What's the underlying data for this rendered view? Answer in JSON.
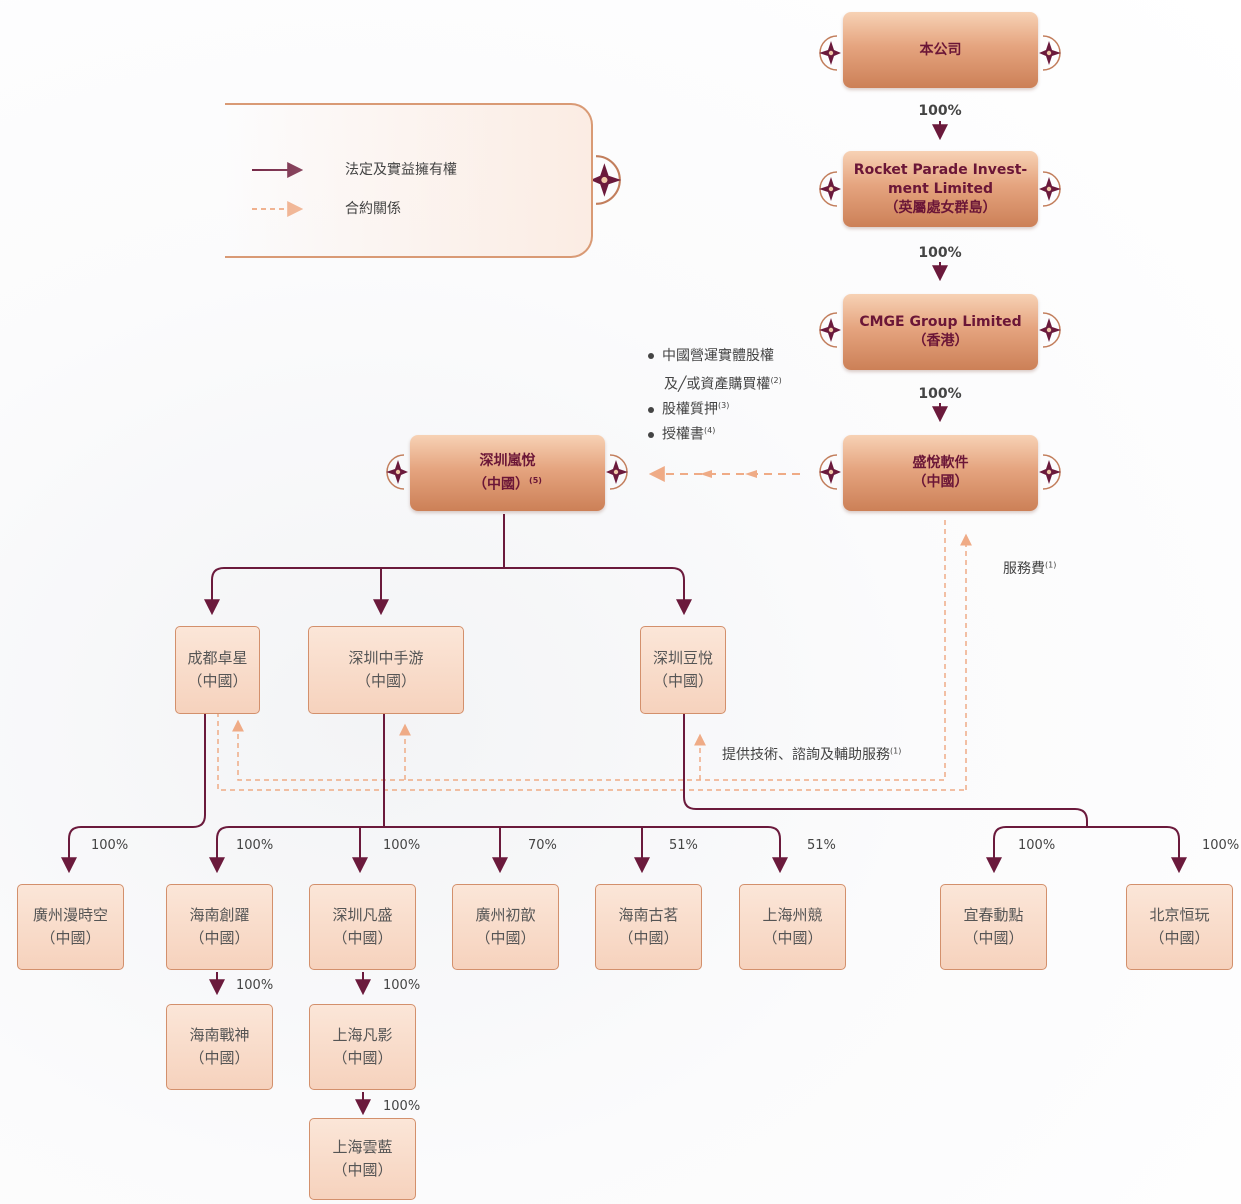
{
  "legend": {
    "ownership": "法定及實益擁有權",
    "contractual": "合約關係"
  },
  "top_chain": {
    "company": "本公司",
    "rocket_line1": "Rocket Parade Invest-",
    "rocket_line2": "ment Limited",
    "rocket_line3": "（英屬處女群島）",
    "cmge_line1": "CMGE Group Limited",
    "cmge_line2": "（香港）",
    "shengyue_line1": "盛悅軟件",
    "shengyue_line2": "（中國）",
    "pct1": "100%",
    "pct2": "100%",
    "pct3": "100%"
  },
  "vie": {
    "name_line1": "深圳嵐悅",
    "name_line2": "（中國）",
    "name_note": "(5)",
    "bullet1_line1": "中國營運實體股權",
    "bullet1_line2": "及╱或資產購買權",
    "bullet1_note": "(2)",
    "bullet2": "股權質押",
    "bullet2_note": "(3)",
    "bullet3": "授權書",
    "bullet3_note": "(4)"
  },
  "services": {
    "fee": "服務費",
    "fee_note": "(1)",
    "provide": "提供技術、諮詢及輔助服務",
    "provide_note": "(1)"
  },
  "tier1": [
    {
      "line1": "成都卓星",
      "line2": "（中國）"
    },
    {
      "line1": "深圳中手游",
      "line2": "（中國）"
    },
    {
      "line1": "深圳豆悅",
      "line2": "（中國）"
    }
  ],
  "tier2": [
    {
      "line1": "廣州漫時空",
      "line2": "（中國）",
      "pct": "100%"
    },
    {
      "line1": "海南創躍",
      "line2": "（中國）",
      "pct": "100%"
    },
    {
      "line1": "深圳凡盛",
      "line2": "（中國）",
      "pct": "100%"
    },
    {
      "line1": "廣州初歆",
      "line2": "（中國）",
      "pct": "70%"
    },
    {
      "line1": "海南古茗",
      "line2": "（中國）",
      "pct": "51%"
    },
    {
      "line1": "上海州競",
      "line2": "（中國）",
      "pct": "51%"
    },
    {
      "line1": "宜春動點",
      "line2": "（中國）",
      "pct": "100%"
    },
    {
      "line1": "北京恒玩",
      "line2": "（中國）",
      "pct": "100%"
    }
  ],
  "tier3": [
    {
      "line1": "海南戰神",
      "line2": "（中國）",
      "pct": "100%"
    },
    {
      "line1": "上海凡影",
      "line2": "（中國）",
      "pct": "100%"
    },
    {
      "line1": "上海雲藍",
      "line2": "（中國）",
      "pct": "100%"
    }
  ],
  "colors": {
    "ownership_line": "#6b1a3c",
    "contract_line": "#efab86",
    "top_box": "#e5a47f",
    "sub_box": "#f6d2bd"
  }
}
